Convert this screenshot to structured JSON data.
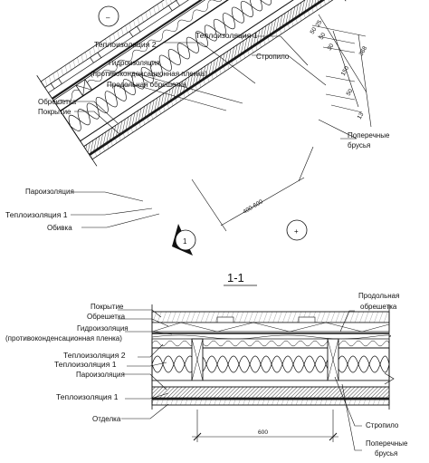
{
  "top_section": {
    "labels": {
      "insulation_1_top": "Теплоизоляция 1",
      "insulation_2": "Теплоизоляция 2",
      "rafter": "Стропило",
      "waterproofing": "Гидроизоляция",
      "anticondensation": "(противоконденсационная пленка)",
      "longitudinal_batten": "Продольная обрешетка",
      "batten": "Обрешетка",
      "covering": "Покрытие",
      "cross_bars_line1": "Поперечные",
      "cross_bars_line2": "брусья",
      "vapor_barrier": "Пароизоляция",
      "insulation_1_bottom": "Теплоизоляция 1",
      "lining": "Обивка"
    },
    "dimensions": {
      "d25": "25",
      "d50a": "50",
      "d50b": "50",
      "d30": "30",
      "d368": "368",
      "d150": "150",
      "d50c": "50",
      "d13": "13",
      "spacing": "400-600"
    },
    "markers": {
      "section_marker_1": "1",
      "marker_minus": "–",
      "marker_plus": "+"
    }
  },
  "section_title": "1-1",
  "bottom_section": {
    "labels": {
      "covering": "Покрытие",
      "batten": "Обрешетка",
      "waterproofing": "Гидроизоляция",
      "anticondensation": "(противоконденсационная пленка)",
      "insulation_2": "Теплоизоляция 2",
      "insulation_1_upper": "Теплоизоляция 1",
      "vapor_barrier": "Пароизоляция",
      "insulation_1_lower": "Теплоизоляция 1",
      "finishing": "Отделка",
      "longitudinal_batten_line1": "Продольная",
      "longitudinal_batten_line2": "обрешетка",
      "rafter": "Стропило",
      "cross_bars_line1": "Поперечные",
      "cross_bars_line2": "брусья"
    },
    "dimensions": {
      "spacing": "600"
    }
  }
}
